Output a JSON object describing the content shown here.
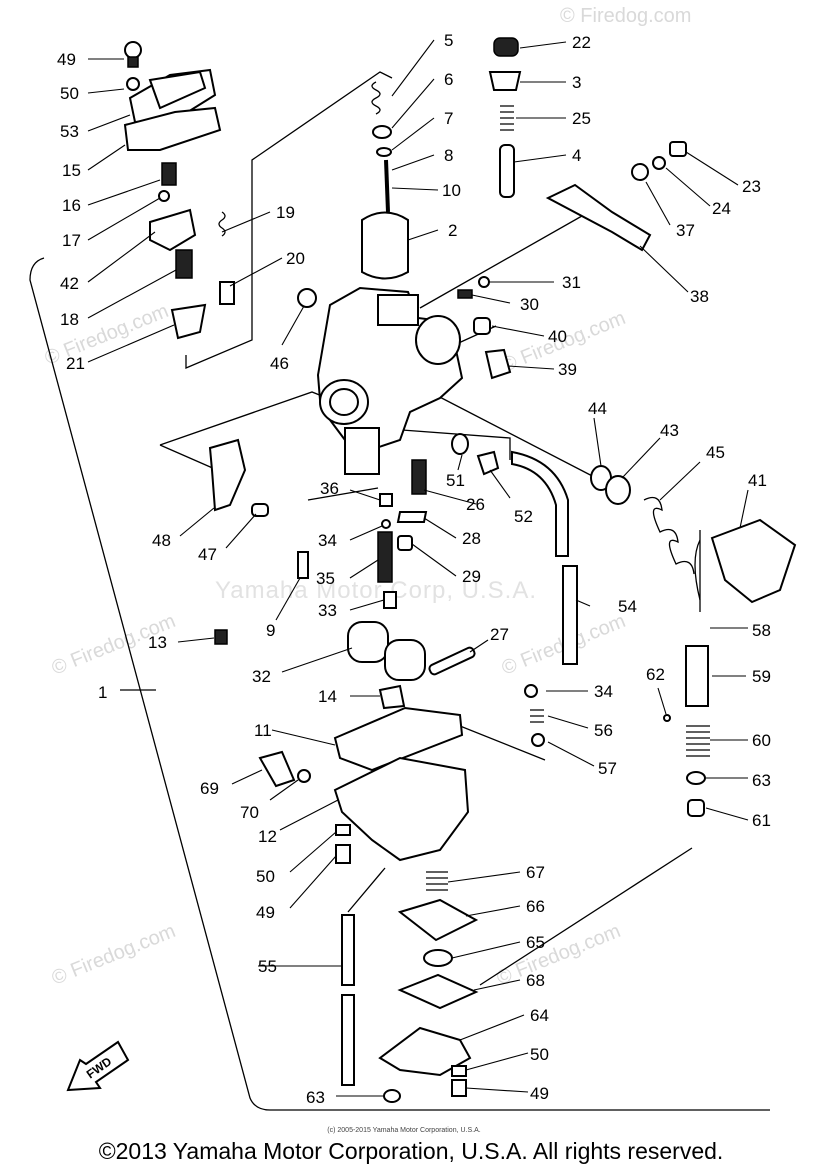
{
  "watermark": "© Firedog.com",
  "watermark_center": "Yamaha Motor Corp, U.S.A.",
  "fwd_label": "FWD",
  "fine_print": "(c) 2005-2015 Yamaha Motor Corporation, U.S.A.",
  "copyright": "©2013 Yamaha Motor Corporation, U.S.A. All rights reserved.",
  "callouts": {
    "c1": "1",
    "c2": "2",
    "c3": "3",
    "c4": "4",
    "c5": "5",
    "c6": "6",
    "c7": "7",
    "c8": "8",
    "c9": "9",
    "c10": "10",
    "c11": "11",
    "c12": "12",
    "c13": "13",
    "c14": "14",
    "c15": "15",
    "c16": "16",
    "c17": "17",
    "c18": "18",
    "c19": "19",
    "c20": "20",
    "c21": "21",
    "c22": "22",
    "c23": "23",
    "c24": "24",
    "c25": "25",
    "c26": "26",
    "c27": "27",
    "c28": "28",
    "c29": "29",
    "c30": "30",
    "c31": "31",
    "c32": "32",
    "c33": "33",
    "c34a": "34",
    "c34b": "34",
    "c35": "35",
    "c36": "36",
    "c37": "37",
    "c38": "38",
    "c39": "39",
    "c40": "40",
    "c41": "41",
    "c42": "42",
    "c43": "43",
    "c44": "44",
    "c45": "45",
    "c46": "46",
    "c47": "47",
    "c48": "48",
    "c49a": "49",
    "c49b": "49",
    "c49c": "49",
    "c50a": "50",
    "c50b": "50",
    "c50c": "50",
    "c51": "51",
    "c52": "52",
    "c53": "53",
    "c54": "54",
    "c55": "55",
    "c56": "56",
    "c57": "57",
    "c58": "58",
    "c59": "59",
    "c60": "60",
    "c61": "61",
    "c62": "62",
    "c63a": "63",
    "c63b": "63",
    "c64": "64",
    "c65": "65",
    "c66": "66",
    "c67": "67",
    "c68": "68",
    "c69": "69",
    "c70": "70"
  }
}
